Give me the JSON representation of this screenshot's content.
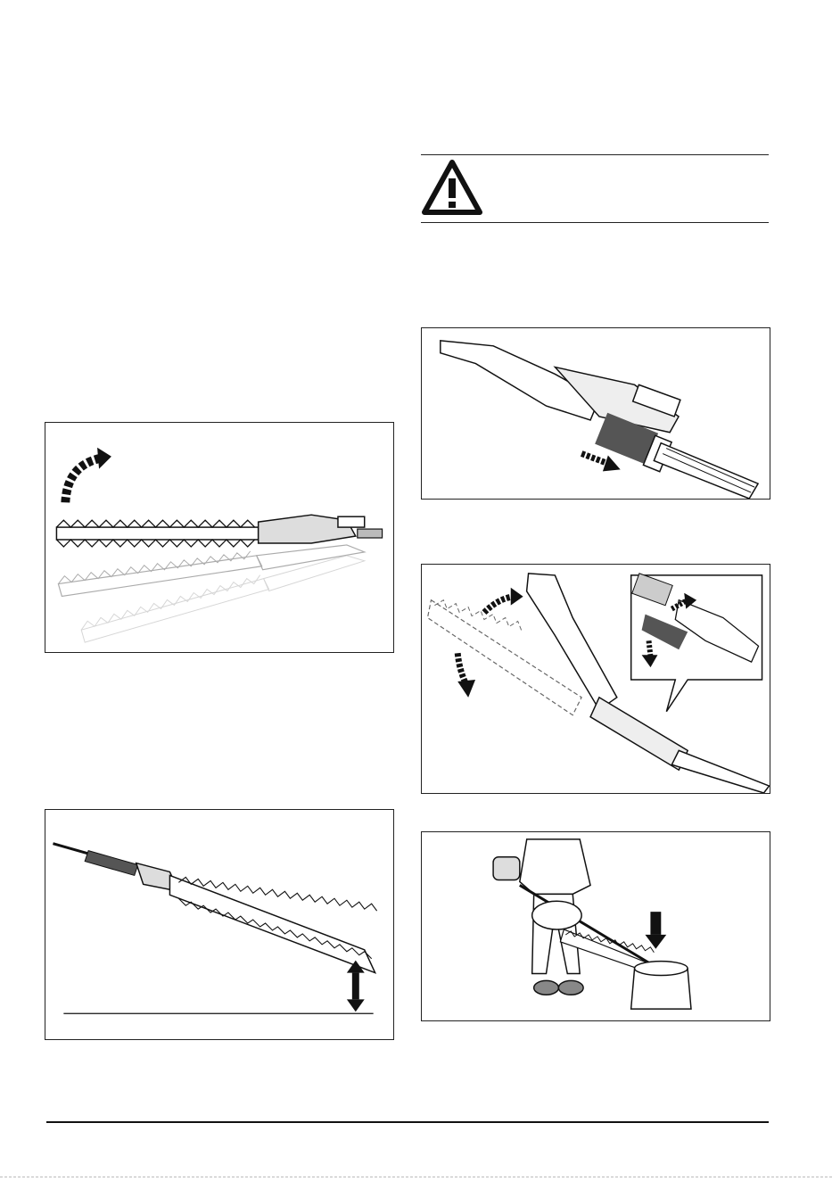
{
  "page": {
    "warning": {
      "icon": "warning-triangle-icon"
    },
    "figures": [
      {
        "id": "fig-blade-angle",
        "icon": "curved-arrow-icon",
        "subject": "hedge-trimmer-blade-adjustment"
      },
      {
        "id": "fig-level-trim",
        "icon": "up-down-arrow-icon",
        "subject": "level-trimming"
      },
      {
        "id": "fig-shaft-release",
        "icon": "pull-arrow-icon",
        "subject": "shaft-release-sleeve"
      },
      {
        "id": "fig-angle-lever",
        "icon": "rotate-arrow-icon",
        "subject": "angle-lever-adjustment"
      },
      {
        "id": "fig-operator-stump",
        "icon": "down-arrow-icon",
        "subject": "operator-low-cut"
      }
    ]
  }
}
